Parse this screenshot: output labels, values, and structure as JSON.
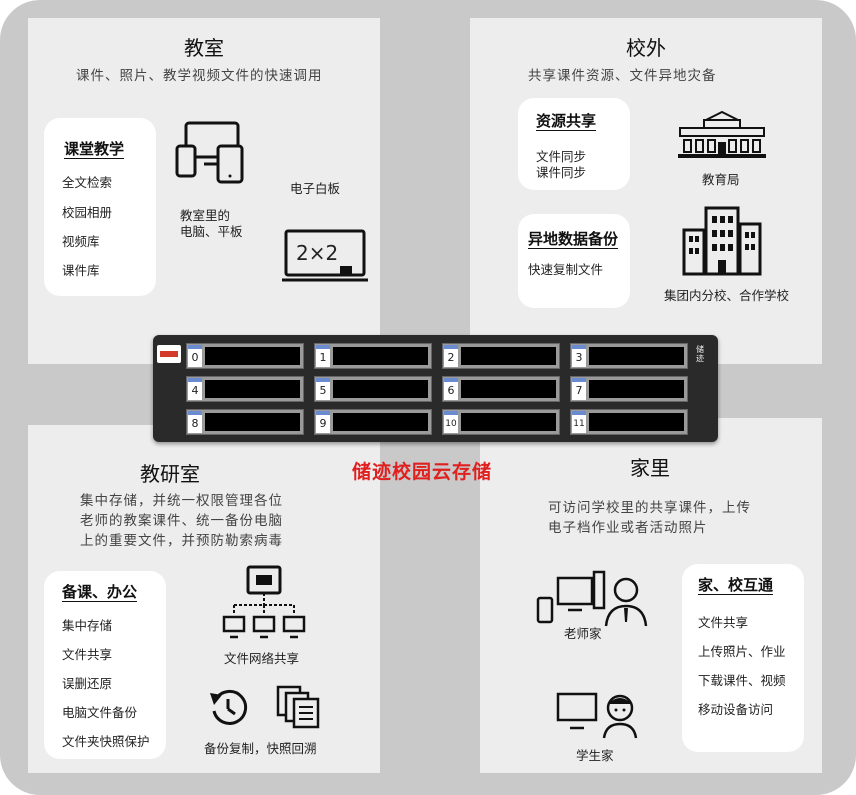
{
  "product_title": "储迹校园云存储",
  "nas": {
    "brand_text": "储迹",
    "bays": [
      "0",
      "1",
      "2",
      "3",
      "4",
      "5",
      "6",
      "7",
      "8",
      "9",
      "10",
      "11"
    ]
  },
  "classroom": {
    "title": "教室",
    "subtitle": "课件、照片、教学视频文件的快速调用",
    "card": {
      "title": "课堂教学",
      "items": [
        "全文检索",
        "校园相册",
        "视频库",
        "课件库"
      ]
    },
    "device_label_line1": "教室里的",
    "device_label_line2": "电脑、平板",
    "whiteboard_label": "电子白板",
    "whiteboard_text": "2×2"
  },
  "offsite": {
    "title": "校外",
    "subtitle": "共享课件资源、文件异地灾备",
    "share_card": {
      "title": "资源共享",
      "items": [
        "文件同步",
        "课件同步"
      ]
    },
    "backup_card": {
      "title": "异地数据备份",
      "items": [
        "快速复制文件"
      ]
    },
    "bureau_label": "教育局",
    "branch_label": "集团内分校、合作学校"
  },
  "research": {
    "title": "教研室",
    "subtitle_lines": [
      "集中存储，并统一权限管理各位",
      "老师的教案课件、统一备份电脑",
      "上的重要文件，并预防勒索病毒"
    ],
    "card": {
      "title": "备课、办公",
      "items": [
        "集中存储",
        "文件共享",
        "误删还原",
        "电脑文件备份",
        "文件夹快照保护"
      ]
    },
    "network_label": "文件网络共享",
    "snapshot_label": "备份复制，快照回溯"
  },
  "home": {
    "title": "家里",
    "subtitle_lines": [
      "可访问学校里的共享课件，上传",
      "电子档作业或者活动照片"
    ],
    "card": {
      "title": "家、校互通",
      "items": [
        "文件共享",
        "上传照片、作业",
        "下载课件、视频",
        "移动设备访问"
      ]
    },
    "teacher_label": "老师家",
    "student_label": "学生家"
  },
  "colors": {
    "product_red": "#e01f1f",
    "bay_tab_blue": "#6a8bd0"
  }
}
